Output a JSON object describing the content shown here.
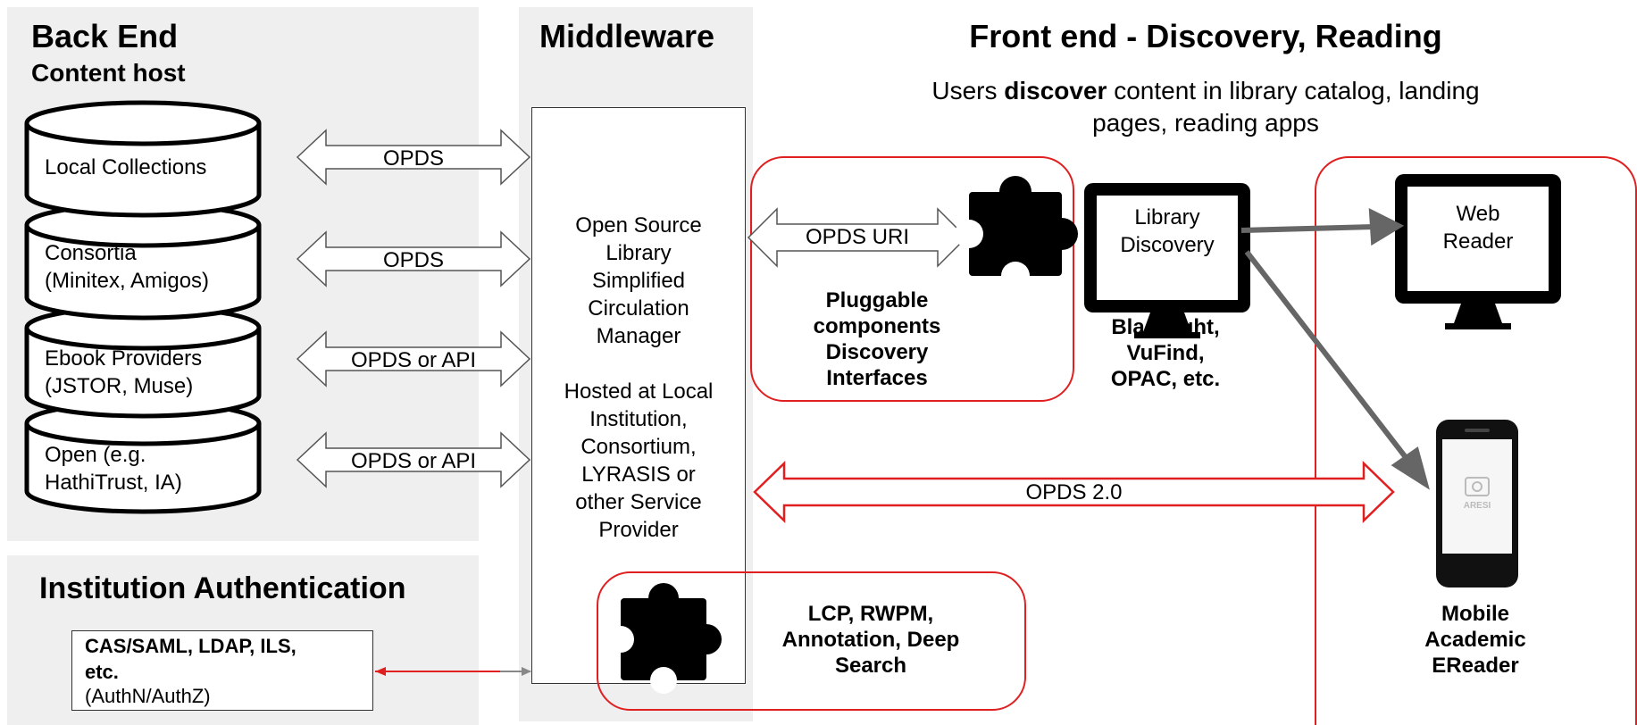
{
  "backend": {
    "title": "Back End",
    "subtitle": "Content host",
    "sources": [
      "Local Collections",
      "Consortia\n(Minitex, Amigos)",
      "Ebook Providers\n(JSTOR, Muse)",
      "Open (e.g.\nHathiTrust, IA)"
    ]
  },
  "middleware": {
    "title": "Middleware",
    "description": "Open Source\nLibrary\nSimplified\nCirculation\nManager\n\nHosted at Local\nInstitution,\nConsortium,\nLYRASIS or\nother Service\nProvider"
  },
  "connections": {
    "local": "OPDS",
    "consortia": "OPDS",
    "ebook": "OPDS or API",
    "open": "OPDS or API",
    "discovery": "OPDS URI",
    "reader": "OPDS 2.0"
  },
  "frontend": {
    "title": "Front end - Discovery, Reading",
    "subtitle_pre": "Users ",
    "subtitle_bold": "discover",
    "subtitle_post": " content in library catalog, landing\npages, reading apps",
    "pluggable": "Pluggable\ncomponents\nDiscovery\nInterfaces",
    "library_discovery": "Library\nDiscovery",
    "catalogs": "Blacklight,\nVuFind,\nOPAC, etc.",
    "web_reader": "Web\nReader",
    "mobile": "Mobile\nAcademic\nEReader",
    "phone_brand": "ARESI"
  },
  "addons": {
    "label": "LCP, RWPM,\nAnnotation, Deep\nSearch"
  },
  "auth": {
    "title": "Institution Authentication",
    "methods": "CAS/SAML, LDAP, ILS,\netc.",
    "note": "(AuthN/AuthZ)"
  },
  "colors": {
    "panel": "#efefef",
    "highlight": "#e02020",
    "arrow_grey": "#666666"
  }
}
